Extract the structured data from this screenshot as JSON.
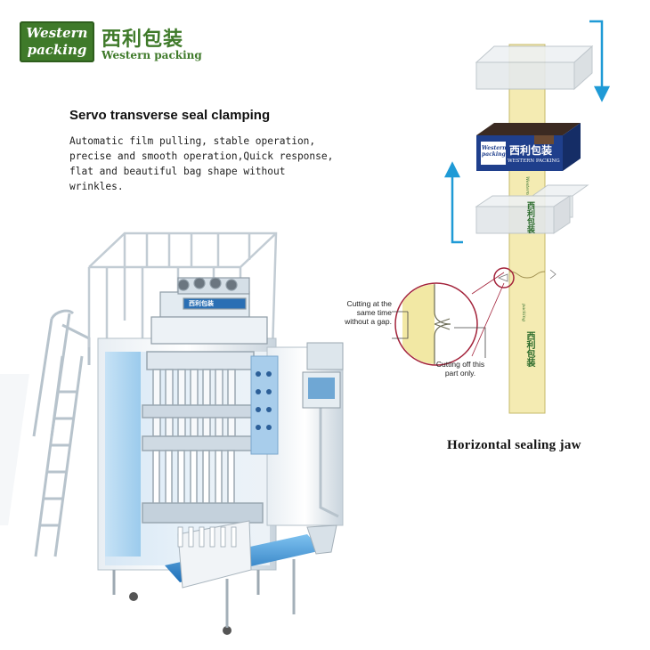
{
  "logo": {
    "line1": "Western",
    "line2": "packing",
    "chinese": "西利包装",
    "english": "Western packing"
  },
  "heading": "Servo transverse seal clamping",
  "description": "Automatic film pulling, stable operation, precise and smooth operation,Quick response, flat and beautiful bag shape without wrinkles.",
  "callouts": {
    "cut_same_time": "Cutting at the same time without a gap.",
    "cut_part_only": "Cutting off this part only."
  },
  "diagram_label": "Horizontal sealing jaw",
  "jaw_brand": {
    "chinese": "西利包装",
    "english": "WESTERN PACKING",
    "logo": "Western packing"
  },
  "colors": {
    "brand_green": "#3f7a2a",
    "arrow_blue": "#1f9ad6",
    "strip_yellow": "#f2e8a4",
    "callout_red": "#a3223a",
    "machine_blue": "#5aa7df"
  }
}
